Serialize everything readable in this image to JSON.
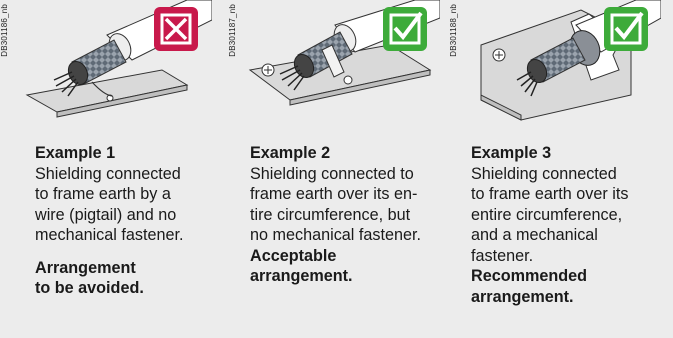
{
  "examples": [
    {
      "ref": "DB301186_nb",
      "title": "Example 1",
      "description": [
        "Shielding connected",
        "to frame earth by a",
        "wire (pigtail) and no",
        "mechanical fastener."
      ],
      "verdict": [
        "Arrangement",
        "to be avoided."
      ],
      "status": "rejected",
      "status_icon": "cross-box-icon",
      "status_color": "#c8194b"
    },
    {
      "ref": "DB301187_nb",
      "title": "Example 2",
      "description": [
        "Shielding connected to",
        "frame earth over its en-",
        "tire circumference, but",
        "no mechanical fastener."
      ],
      "verdict": [
        "Acceptable",
        "arrangement."
      ],
      "status": "accepted",
      "status_icon": "check-box-icon",
      "status_color": "#3dab3a"
    },
    {
      "ref": "DB301188_nb",
      "title": "Example 3",
      "description": [
        "Shielding connected",
        "to frame earth over its",
        "entire circumference,",
        "and a mechanical",
        "fastener."
      ],
      "verdict": [
        "Recommended",
        "arrangement."
      ],
      "status": "accepted",
      "status_icon": "check-box-icon",
      "status_color": "#3dab3a"
    }
  ]
}
